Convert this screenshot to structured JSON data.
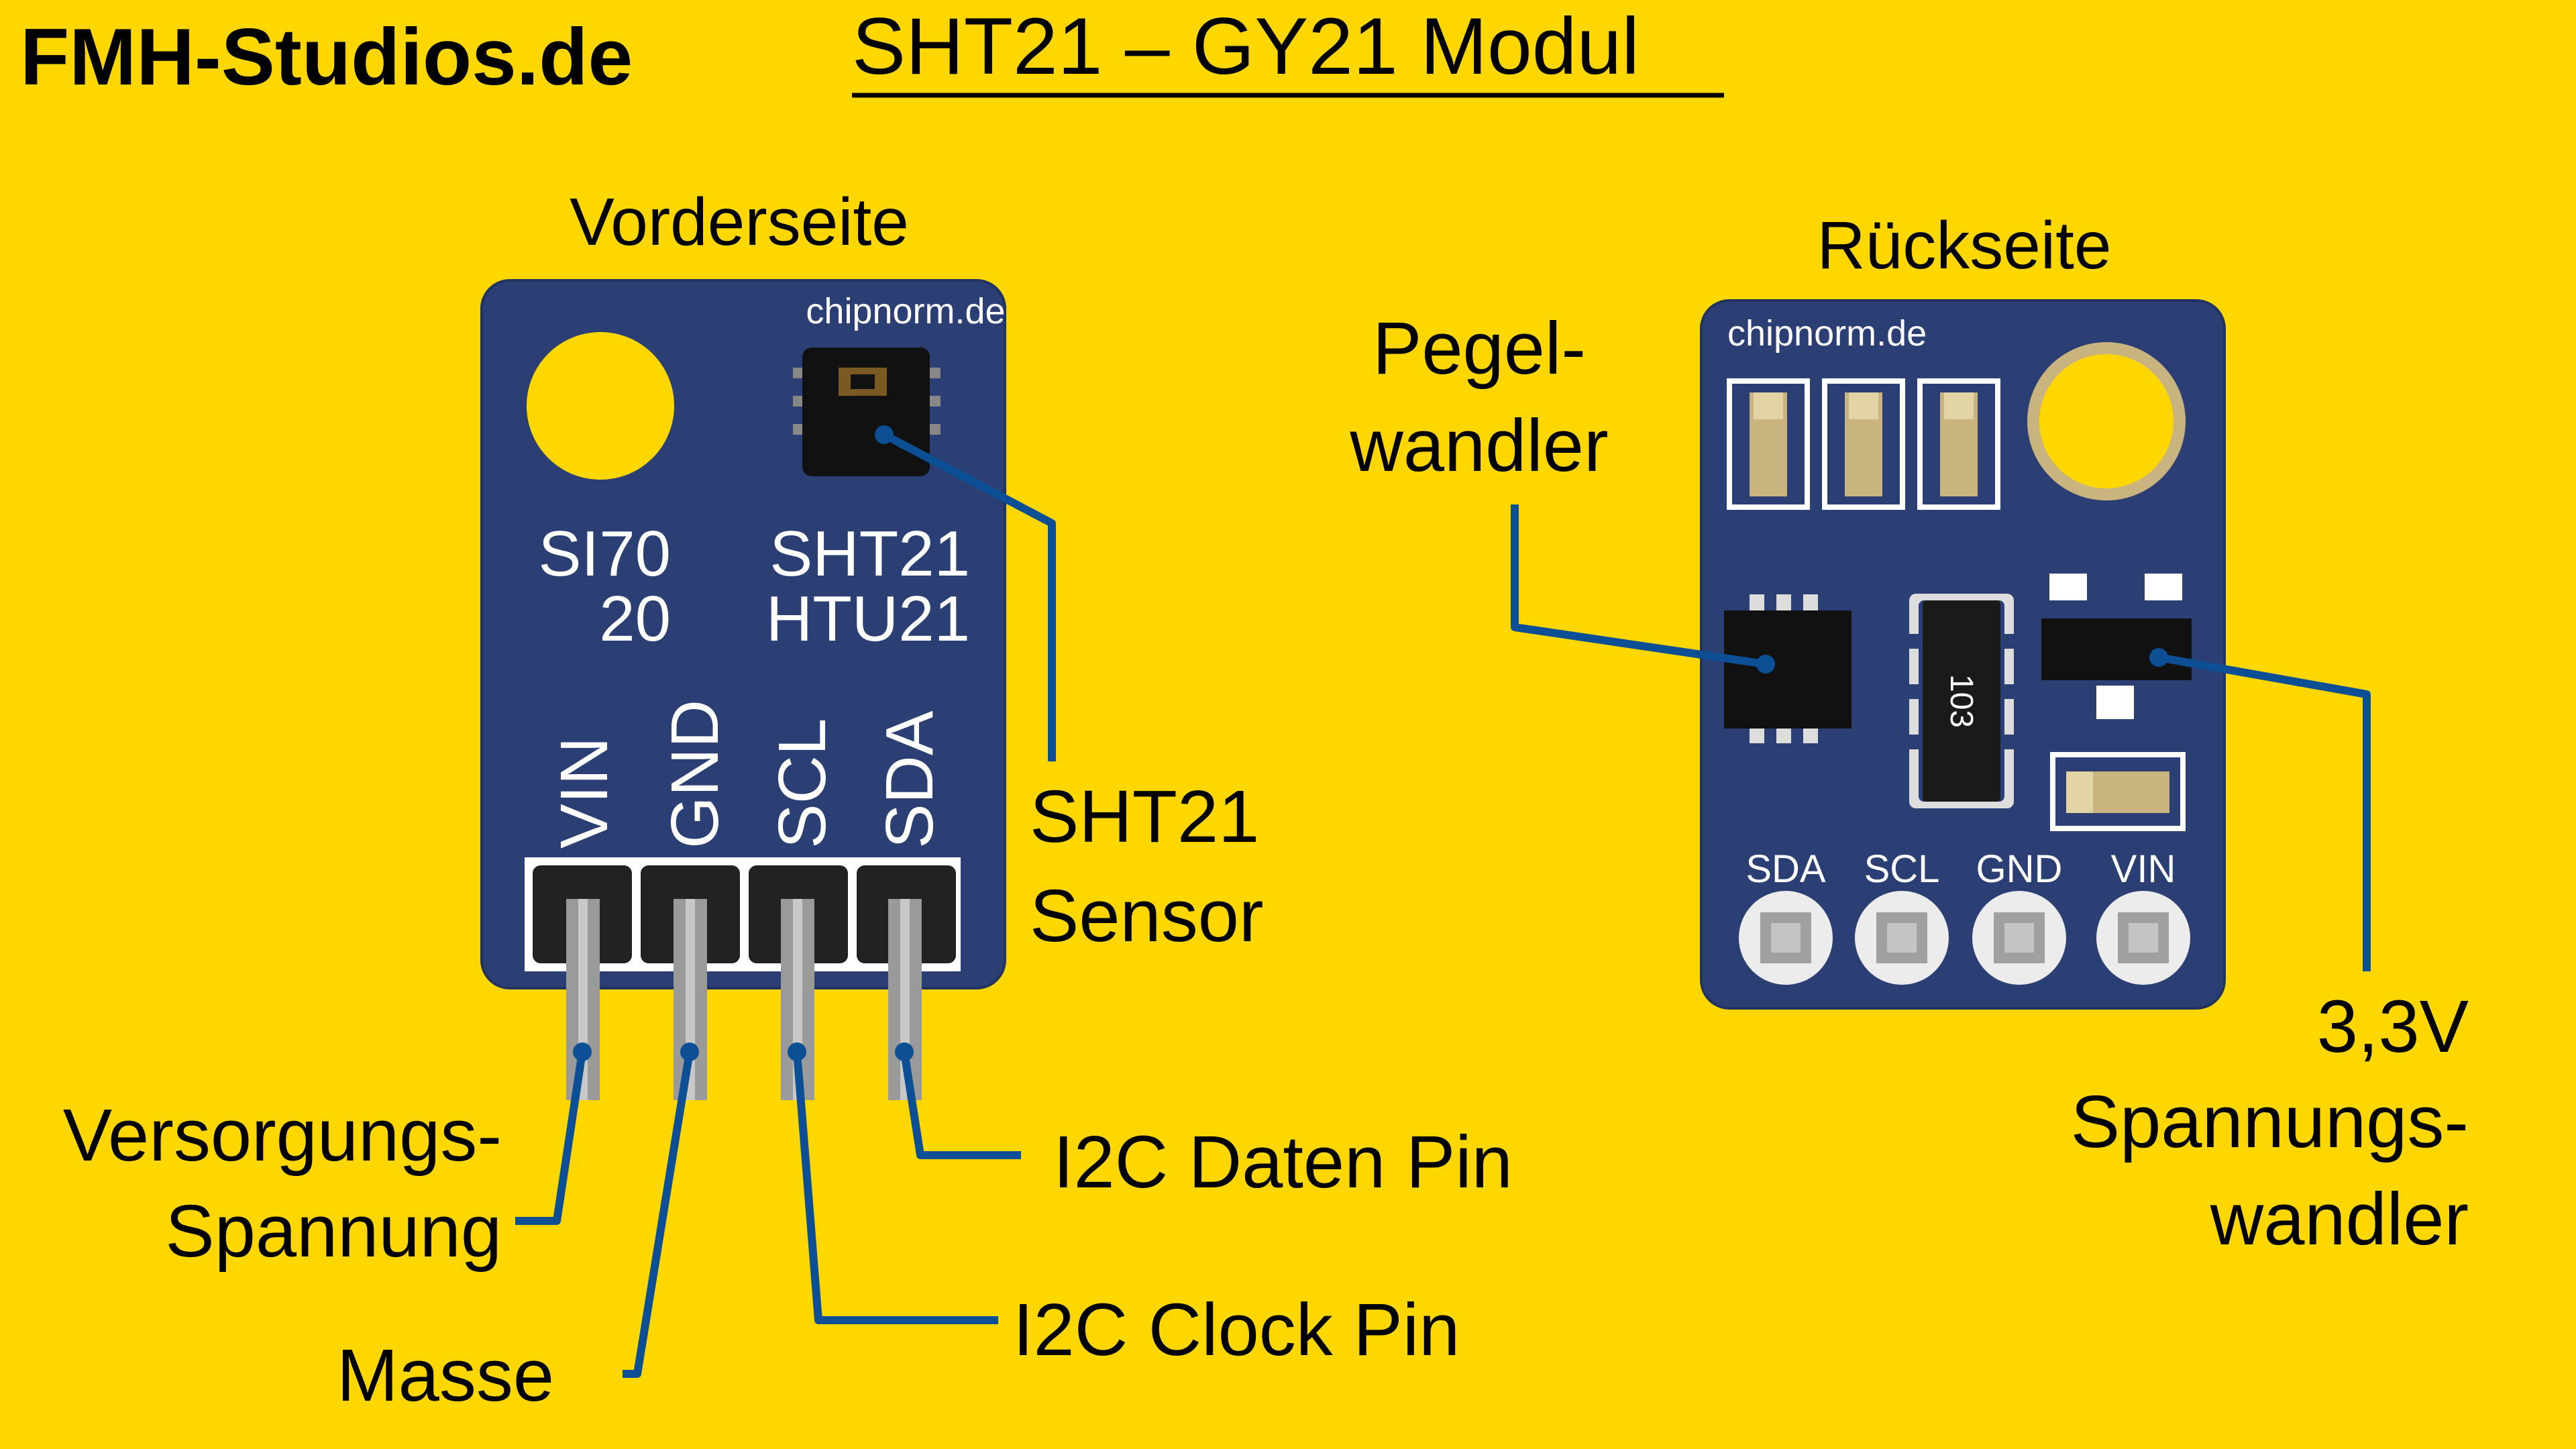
{
  "colors": {
    "background": "#ffd700",
    "board": "#2b3f75",
    "board_edge": "#22335f",
    "leader": "#0c4f94",
    "text": "#000000",
    "silk": "#ffffff",
    "pin_metal": "#9a9a9a",
    "header_plastic": "#222222",
    "smd_tan": "#c9b37e"
  },
  "header": {
    "brand": "FMH-Studios.de",
    "title": "SHT21 – GY21 Modul"
  },
  "front": {
    "heading": "Vorderseite",
    "silk_brand": "chipnorm.de",
    "chip_labels": [
      "SI70",
      "20",
      "SHT21",
      "HTU21"
    ],
    "pins": [
      "VIN",
      "GND",
      "SCL",
      "SDA"
    ],
    "sensor_label": [
      "SHT21",
      "Sensor"
    ],
    "pin_callouts": {
      "vin": [
        "Versorgungs-",
        "Spannung"
      ],
      "gnd": [
        "Masse"
      ],
      "scl": [
        "I2C Clock Pin"
      ],
      "sda": [
        "I2C Daten Pin"
      ]
    }
  },
  "back": {
    "heading": "Rückseite",
    "silk_brand": "chipnorm.de",
    "resistor_marking": "103",
    "pins": [
      "SDA",
      "SCL",
      "GND",
      "VIN"
    ],
    "level_shifter_label": [
      "Pegel-",
      "wandler"
    ],
    "regulator_label": [
      "3,3V",
      "Spannungs-",
      "wandler"
    ]
  }
}
